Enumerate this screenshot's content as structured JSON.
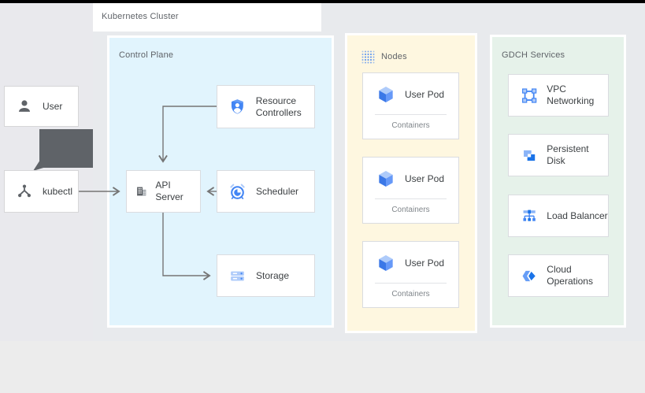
{
  "header": {
    "cluster_label": "Kubernetes Cluster"
  },
  "actors": {
    "user": {
      "label": "User"
    },
    "kubectl": {
      "label": "kubectl"
    }
  },
  "control_plane": {
    "label": "Control Plane",
    "resource_controllers": {
      "label": "Resource Controllers"
    },
    "api_server": {
      "label": "API Server"
    },
    "scheduler": {
      "label": "Scheduler"
    },
    "storage": {
      "label": "Storage"
    }
  },
  "nodes": {
    "label": "Nodes",
    "pods": [
      {
        "label": "User Pod",
        "sublabel": "Containers"
      },
      {
        "label": "User Pod",
        "sublabel": "Containers"
      },
      {
        "label": "User Pod",
        "sublabel": "Containers"
      }
    ]
  },
  "gdch": {
    "label": "GDCH Services",
    "services": [
      {
        "label": "VPC Networking",
        "icon": "vpc-networking-icon"
      },
      {
        "label": "Persistent Disk",
        "icon": "persistent-disk-icon"
      },
      {
        "label": "Load Balancer",
        "icon": "load-balancer-icon"
      },
      {
        "label": "Cloud Operations",
        "icon": "cloud-operations-icon"
      }
    ]
  },
  "connections": [
    "User -> kubectl (thick dark arrow)",
    "kubectl -> API Server",
    "Resource Controllers -> API Server",
    "Scheduler -> API Server",
    "API Server -> Storage"
  ],
  "colors": {
    "top_bar": "#000000",
    "control_plane_bg": "#e1f4fd",
    "nodes_bg": "#fef7e0",
    "gdch_bg": "#e6f2ea",
    "card_border": "#dadce0",
    "arrow": "#757575",
    "dark_arrow": "#5f6368",
    "accent_blue": "#4285f4",
    "label_gray": "#5f6368"
  }
}
